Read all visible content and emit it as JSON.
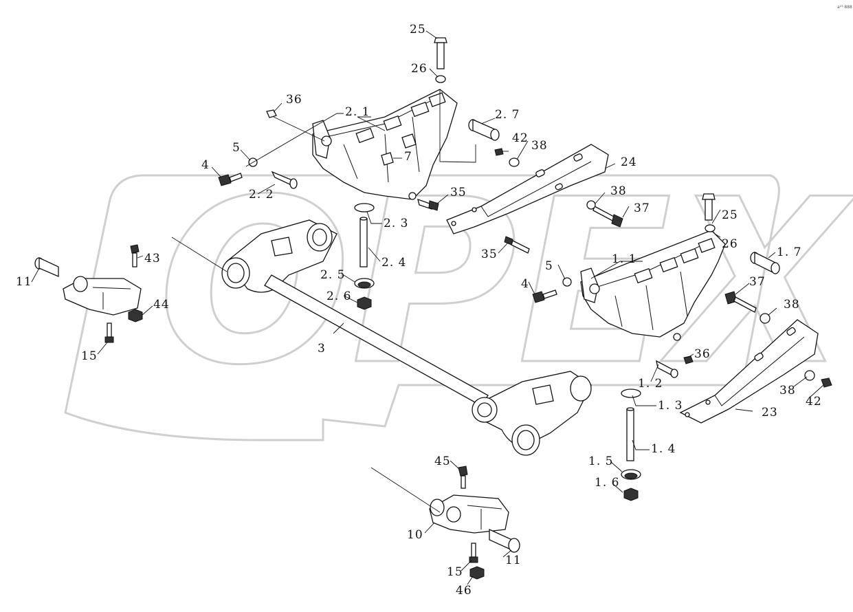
{
  "watermark": {
    "text": "OPEX"
  },
  "corner_note": "a²³ 888",
  "callouts": [
    {
      "id": "c-25a",
      "text": "25"
    },
    {
      "id": "c-26a",
      "text": "26"
    },
    {
      "id": "c-36a",
      "text": "36"
    },
    {
      "id": "c-2-1",
      "text": "2. 1"
    },
    {
      "id": "c-2-7",
      "text": "2. 7"
    },
    {
      "id": "c-42a",
      "text": "42"
    },
    {
      "id": "c-38a",
      "text": "38"
    },
    {
      "id": "c-24",
      "text": "24"
    },
    {
      "id": "c-5a",
      "text": "5"
    },
    {
      "id": "c-4a",
      "text": "4"
    },
    {
      "id": "c-7",
      "text": "7"
    },
    {
      "id": "c-2-2",
      "text": "2. 2"
    },
    {
      "id": "c-35a",
      "text": "35"
    },
    {
      "id": "c-38b",
      "text": "38"
    },
    {
      "id": "c-37a",
      "text": "37"
    },
    {
      "id": "c-25b",
      "text": "25"
    },
    {
      "id": "c-2-3",
      "text": "2. 3"
    },
    {
      "id": "c-26b",
      "text": "26"
    },
    {
      "id": "c-35b",
      "text": "35"
    },
    {
      "id": "c-1-1",
      "text": "1. 1"
    },
    {
      "id": "c-1-7",
      "text": "1. 7"
    },
    {
      "id": "c-2-4",
      "text": "2. 4"
    },
    {
      "id": "c-43",
      "text": "43"
    },
    {
      "id": "c-11a",
      "text": "11"
    },
    {
      "id": "c-5b",
      "text": "5"
    },
    {
      "id": "c-2-5",
      "text": "2. 5"
    },
    {
      "id": "c-4b",
      "text": "4"
    },
    {
      "id": "c-37b",
      "text": "37"
    },
    {
      "id": "c-2-6",
      "text": "2. 6"
    },
    {
      "id": "c-44",
      "text": "44"
    },
    {
      "id": "c-38c",
      "text": "38"
    },
    {
      "id": "c-3",
      "text": "3"
    },
    {
      "id": "c-15a",
      "text": "15"
    },
    {
      "id": "c-36b",
      "text": "36"
    },
    {
      "id": "c-1-2",
      "text": "1. 2"
    },
    {
      "id": "c-38d",
      "text": "38"
    },
    {
      "id": "c-42b",
      "text": "42"
    },
    {
      "id": "c-1-3",
      "text": "1. 3"
    },
    {
      "id": "c-23",
      "text": "23"
    },
    {
      "id": "c-1-4",
      "text": "1. 4"
    },
    {
      "id": "c-45",
      "text": "45"
    },
    {
      "id": "c-1-5",
      "text": "1. 5"
    },
    {
      "id": "c-1-6",
      "text": "1. 6"
    },
    {
      "id": "c-10",
      "text": "10"
    },
    {
      "id": "c-11b",
      "text": "11"
    },
    {
      "id": "c-15b",
      "text": "15"
    },
    {
      "id": "c-46",
      "text": "46"
    }
  ]
}
